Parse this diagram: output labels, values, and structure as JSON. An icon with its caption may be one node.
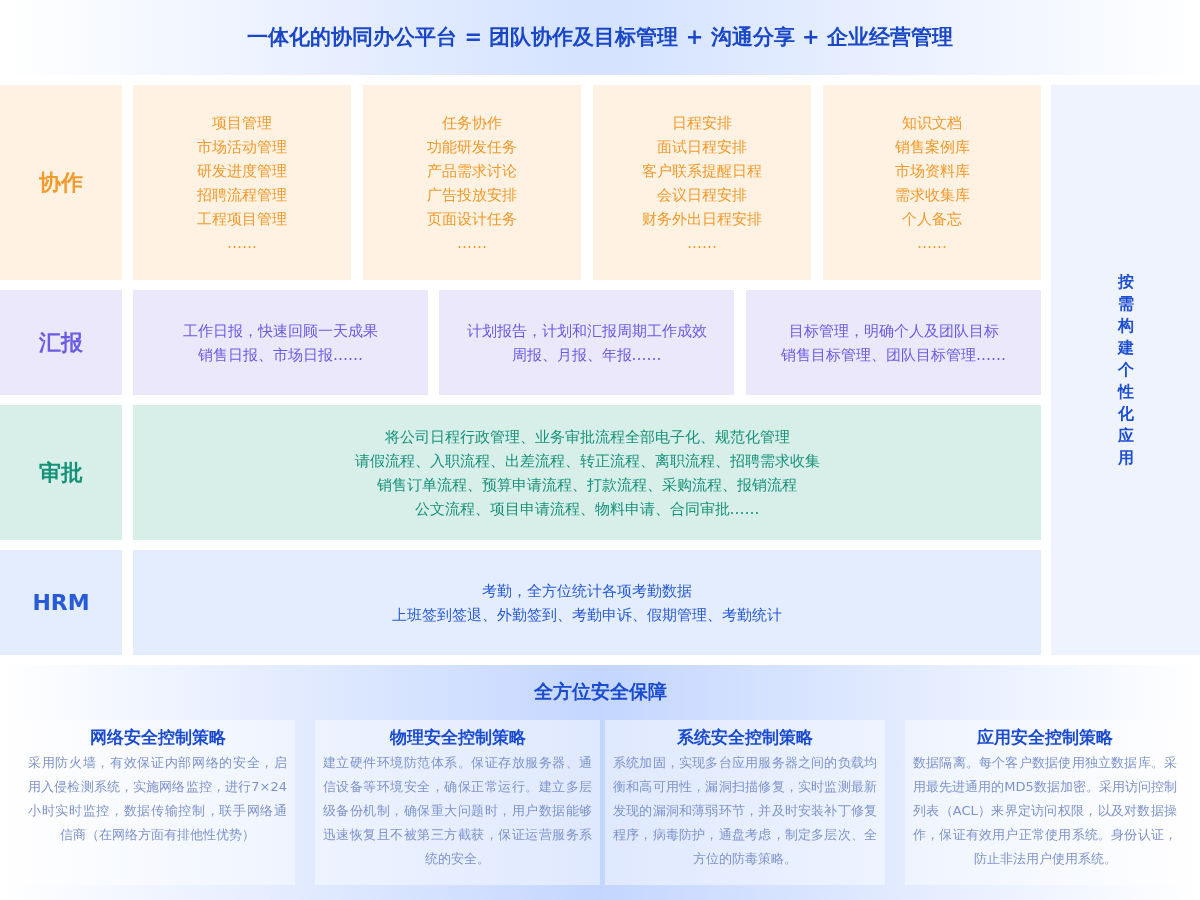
{
  "diagram": {
    "title": "一体化的协同办公平台 = 团队协作及目标管理 + 沟通分享 + 企业经营管理",
    "nodes": [
      {
        "text": [
          "协作"
        ]
      },
      {
        "text": [
          "项目管理",
          "市场活动管理",
          "研发进度管理",
          "招聘流程管理",
          "工程项目管理",
          "……"
        ]
      },
      {
        "text": [
          "任务协作",
          "功能研发任务",
          "产品需求讨论",
          "广告投放安排",
          "页面设计任务",
          "……"
        ]
      },
      {
        "text": [
          "日程安排",
          "面试日程安排",
          "客户联系提醒日程",
          "会议日程安排",
          "财务外出日程安排",
          "……"
        ]
      },
      {
        "text": [
          "知识文档",
          "销售案例库",
          "市场资料库",
          "需求收集库",
          "个人备忘",
          "……"
        ]
      },
      {
        "text": [
          "汇报"
        ]
      },
      {
        "text": [
          "工作日报，快速回顾一天成果",
          "销售日报、市场日报……"
        ]
      },
      {
        "text": [
          "计划报告，计划和汇报周期工作成效",
          "周报、月报、年报……"
        ]
      },
      {
        "text": [
          "目标管理，明确个人及团队目标",
          "销售目标管理、团队目标管理……"
        ]
      },
      {
        "text": [
          "审批"
        ]
      },
      {
        "text": [
          "将公司日程行政管理、业务审批流程全部电子化、规范化管理",
          "请假流程、入职流程、出差流程、转正流程、离职流程、招聘需求收集",
          "销售订单流程、预算申请流程、打款流程、采购流程、报销流程",
          "公文流程、项目申请流程、物料申请、合同审批……"
        ]
      },
      {
        "text": [
          "HRM"
        ]
      },
      {
        "text": [
          "考勤，全方位统计各项考勤数据",
          "上班签到签退、外勤签到、考勤申诉、假期管理、考勤统计"
        ]
      },
      {
        "text": [
          "按需构建个性化应用"
        ]
      },
      {
        "text": [
          "全方位安全保障"
        ]
      },
      {
        "text": [
          "网络安全控制策略",
          "采用防火墙，有效保证内部网络的安全，启用入侵检测系统，实施网络监控，进行7×24小时实时监控，数据传输控制，联手网络通信商（在网络方面有排他性优势）"
        ],
        "in": 14
      },
      {
        "text": [
          "物理安全控制策略",
          "建立硬件环境防范体系。保证存放服务器、通信设备等环境安全，确保正常运行。建立多层级备份机制，确保重大问题时，用户数据能够迅速恢复且不被第三方截获，保证运营服务系统的安全。"
        ],
        "in": 14
      },
      {
        "text": [
          "系统安全控制策略",
          "系统加固，实现多台应用服务器之间的负载均衡和高可用性，漏洞扫描修复，实时监测最新发现的漏洞和薄弱环节，并及时安装补丁修复程序，病毒防护，通盘考虑，制定多层次、全方位的防毒策略。"
        ],
        "in": 14
      },
      {
        "text": [
          "应用安全控制策略",
          "数据隔离。每个客户数据使用独立数据库。采用最先进通用的MD5数据加密。采用访问控制列表（ACL）来界定访问权限，以及对数据操作，保证有效用户正常使用系统。身份认证，防止非法用户使用系统。"
        ],
        "in": 14
      }
    ]
  }
}
